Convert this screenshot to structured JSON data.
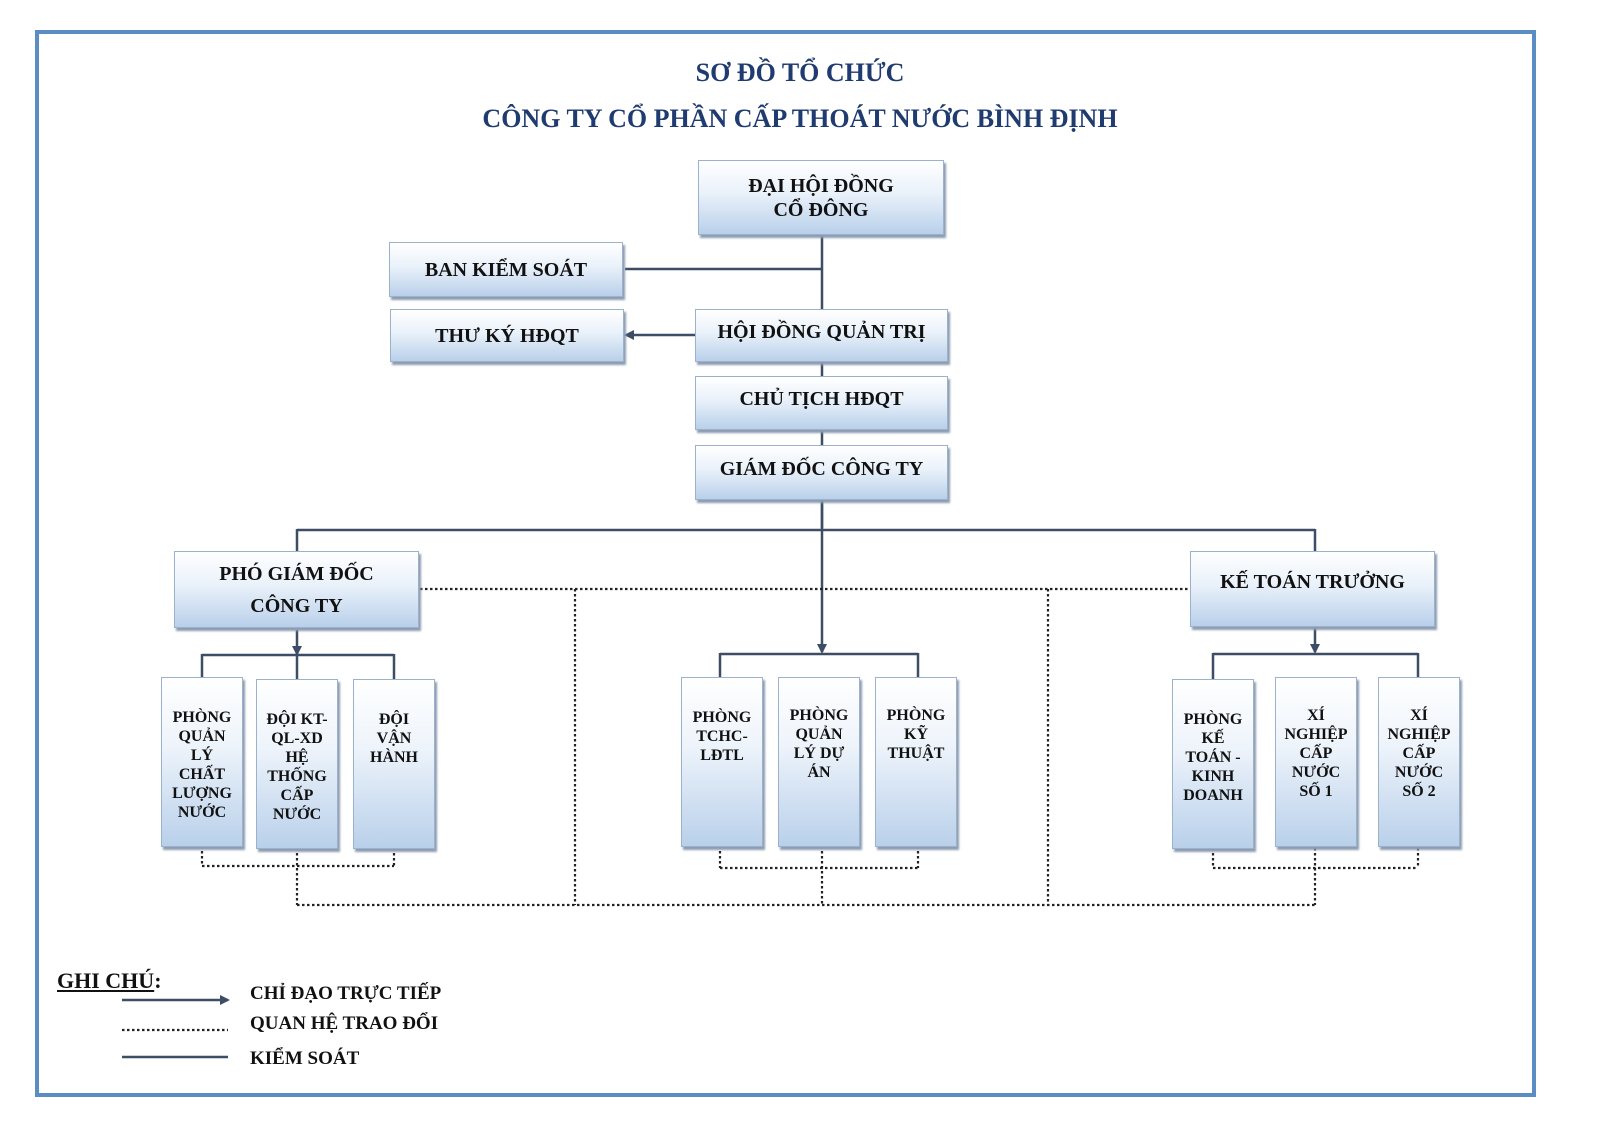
{
  "title": {
    "line1": "SƠ ĐỒ TỔ CHỨC",
    "line2": "CÔNG TY CỔ PHẦN CẤP THOÁT NƯỚC BÌNH ĐỊNH"
  },
  "nodes": {
    "dhdcd": "ĐẠI HỘI ĐỒNG\nCỔ ĐÔNG",
    "bks": "BAN KIỂM SOÁT",
    "tkhdqt": "THƯ KÝ HĐQT",
    "hdqt": "HỘI ĐỒNG QUẢN TRỊ",
    "cthdqt": "CHỦ TỊCH HĐQT",
    "gdct": "GIÁM ĐỐC CÔNG TY",
    "pgd": "PHÓ GIÁM ĐỐC\nCÔNG TY",
    "ktt": "KẾ TOÁN TRƯỞNG"
  },
  "departments": {
    "left": [
      "PHÒNG\nQUẢN\nLÝ\nCHẤT\nLƯỢNG\nNƯỚC",
      "ĐỘI KT-\nQL-XD\nHỆ\nTHỐNG\nCẤP\nNƯỚC",
      "ĐỘI\nVẬN\nHÀNH"
    ],
    "center": [
      "PHÒNG\nTCHC-\nLĐTL",
      "PHÒNG\nQUẢN\nLÝ DỰ\nÁN",
      "PHÒNG\nKỸ\nTHUẬT"
    ],
    "right": [
      "PHÒNG\nKẾ\nTOÁN -\nKINH\nDOANH",
      "XÍ\nNGHIỆP\nCẤP\nNƯỚC\nSỐ 1",
      "XÍ\nNGHIỆP\nCẤP\nNƯỚC\nSỐ 2"
    ]
  },
  "legend": {
    "title": "GHI CHÚ",
    "direct": "CHỈ ĐẠO TRỰC TIẾP",
    "exchange": "QUAN HỆ TRAO ĐỔI",
    "control": "KIỂM SOÁT"
  },
  "colors": {
    "line": "#3d4d66",
    "title": "#1f3b70",
    "frame": "#5b8cc4"
  }
}
